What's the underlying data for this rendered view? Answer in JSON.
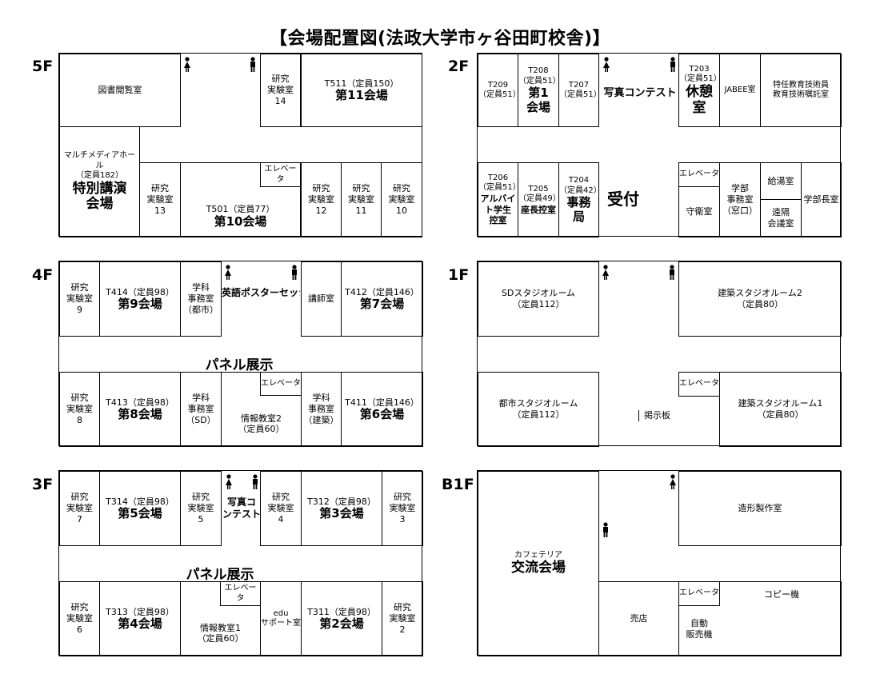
{
  "title": "【会場配置図(法政大学市ヶ谷田町校舎)】",
  "floors": {
    "f5": {
      "label": "5F",
      "toshokan": "図書閲覧室",
      "lab14": [
        "研究",
        "実験室",
        "14"
      ],
      "t511": {
        "code": "T511（定員150）",
        "name": "第11会場"
      },
      "mm": {
        "title": "マルチメディアホール",
        "cap": "（定員182）",
        "name1": "特別講演",
        "name2": "会場"
      },
      "lab13": [
        "研究",
        "実験室",
        "13"
      ],
      "t501": {
        "code": "T501（定員77）",
        "name": "第10会場"
      },
      "elevator": "エレベータ",
      "lab12": [
        "研究",
        "実験室",
        "12"
      ],
      "lab11": [
        "研究",
        "実験室",
        "11"
      ],
      "lab10": [
        "研究",
        "実験室",
        "10"
      ]
    },
    "f2": {
      "label": "2F",
      "t209": [
        "T209",
        "（定員51）"
      ],
      "t208": {
        "code": "T208",
        "cap": "（定員51）",
        "name1": "第1",
        "name2": "会場"
      },
      "t207": [
        "T207",
        "（定員51）"
      ],
      "photo": "写真コンテスト",
      "t203": {
        "code": "T203",
        "cap": "（定員51）",
        "name1": "休憩",
        "name2": "室"
      },
      "jabee": "JABEE室",
      "tokunin": [
        "特任教育技術員",
        "教育技術嘱託室"
      ],
      "t206": {
        "code": "T206",
        "cap": "（定員51）",
        "name": [
          "アルバイ",
          "ト学生",
          "控室"
        ]
      },
      "t205": {
        "code": "T205",
        "cap": "（定員49）",
        "name": "座長控室"
      },
      "t204": {
        "code": "T204",
        "cap": "（定員42）",
        "name1": "事務",
        "name2": "局"
      },
      "uketsuke": "受付",
      "elevator": "エレベータ",
      "shuei": "守衛室",
      "gakubu": [
        "学部",
        "事務室",
        "（窓口）"
      ],
      "kyutou": "給湯室",
      "enkaku": [
        "遠隔",
        "会議室"
      ],
      "gakubucho": "学部長室"
    },
    "f4": {
      "label": "4F",
      "lab9": [
        "研究",
        "実験室",
        "9"
      ],
      "t414": {
        "code": "T414（定員98）",
        "name": "第9会場"
      },
      "gakka_toshi": [
        "学科",
        "事務室",
        "（都市）"
      ],
      "poster": "英語ポスターセッション",
      "koushi": "講師室",
      "t412": {
        "code": "T412（定員146）",
        "name": "第7会場"
      },
      "panel": "パネル展示",
      "lab8": [
        "研究",
        "実験室",
        "8"
      ],
      "t413": {
        "code": "T413（定員98）",
        "name": "第8会場"
      },
      "gakka_sd": [
        "学科",
        "事務室",
        "（SD）"
      ],
      "elevator": "エレベータ",
      "joho2": [
        "情報教室2",
        "（定員60）"
      ],
      "gakka_kenchiku": [
        "学科",
        "事務室",
        "（建築）"
      ],
      "t411": {
        "code": "T411（定員146）",
        "name": "第6会場"
      }
    },
    "f1": {
      "label": "1F",
      "sd_studio": [
        "SDスタジオルーム",
        "（定員112）"
      ],
      "kenchiku2": [
        "建築スタジオルーム2",
        "（定員80）"
      ],
      "toshi_studio": [
        "都市スタジオルーム",
        "（定員112）"
      ],
      "keijiban": "掲示板",
      "elevator": "エレベータ",
      "kenchiku1": [
        "建築スタジオルーム1",
        "（定員80）"
      ]
    },
    "f3": {
      "label": "3F",
      "lab7": [
        "研究",
        "実験室",
        "7"
      ],
      "t314": {
        "code": "T314（定員98）",
        "name": "第5会場"
      },
      "lab5": [
        "研究",
        "実験室",
        "5"
      ],
      "photo": [
        "写真コ",
        "ンテスト"
      ],
      "lab4": [
        "研究",
        "実験室",
        "4"
      ],
      "t312": {
        "code": "T312（定員98）",
        "name": "第3会場"
      },
      "lab3": [
        "研究",
        "実験室",
        "3"
      ],
      "panel": "パネル展示",
      "lab6": [
        "研究",
        "実験室",
        "6"
      ],
      "t313": {
        "code": "T313（定員98）",
        "name": "第4会場"
      },
      "elevator": "エレベータ",
      "joho1": [
        "情報教室1",
        "（定員60）"
      ],
      "edu": [
        "edu",
        "サポート室"
      ],
      "t311": {
        "code": "T311（定員98）",
        "name": "第2会場"
      },
      "lab2": [
        "研究",
        "実験室",
        "2"
      ]
    },
    "b1": {
      "label": "B1F",
      "cafe_small": "カフェテリア",
      "cafe_big": "交流会場",
      "zoukei": "造形製作室",
      "baiten": "売店",
      "elevator": "エレベータ",
      "copy": "コピー機",
      "jihan": [
        "自動",
        "販売機"
      ]
    }
  },
  "icons": {
    "female": "female-restroom-icon",
    "male": "male-restroom-icon"
  }
}
